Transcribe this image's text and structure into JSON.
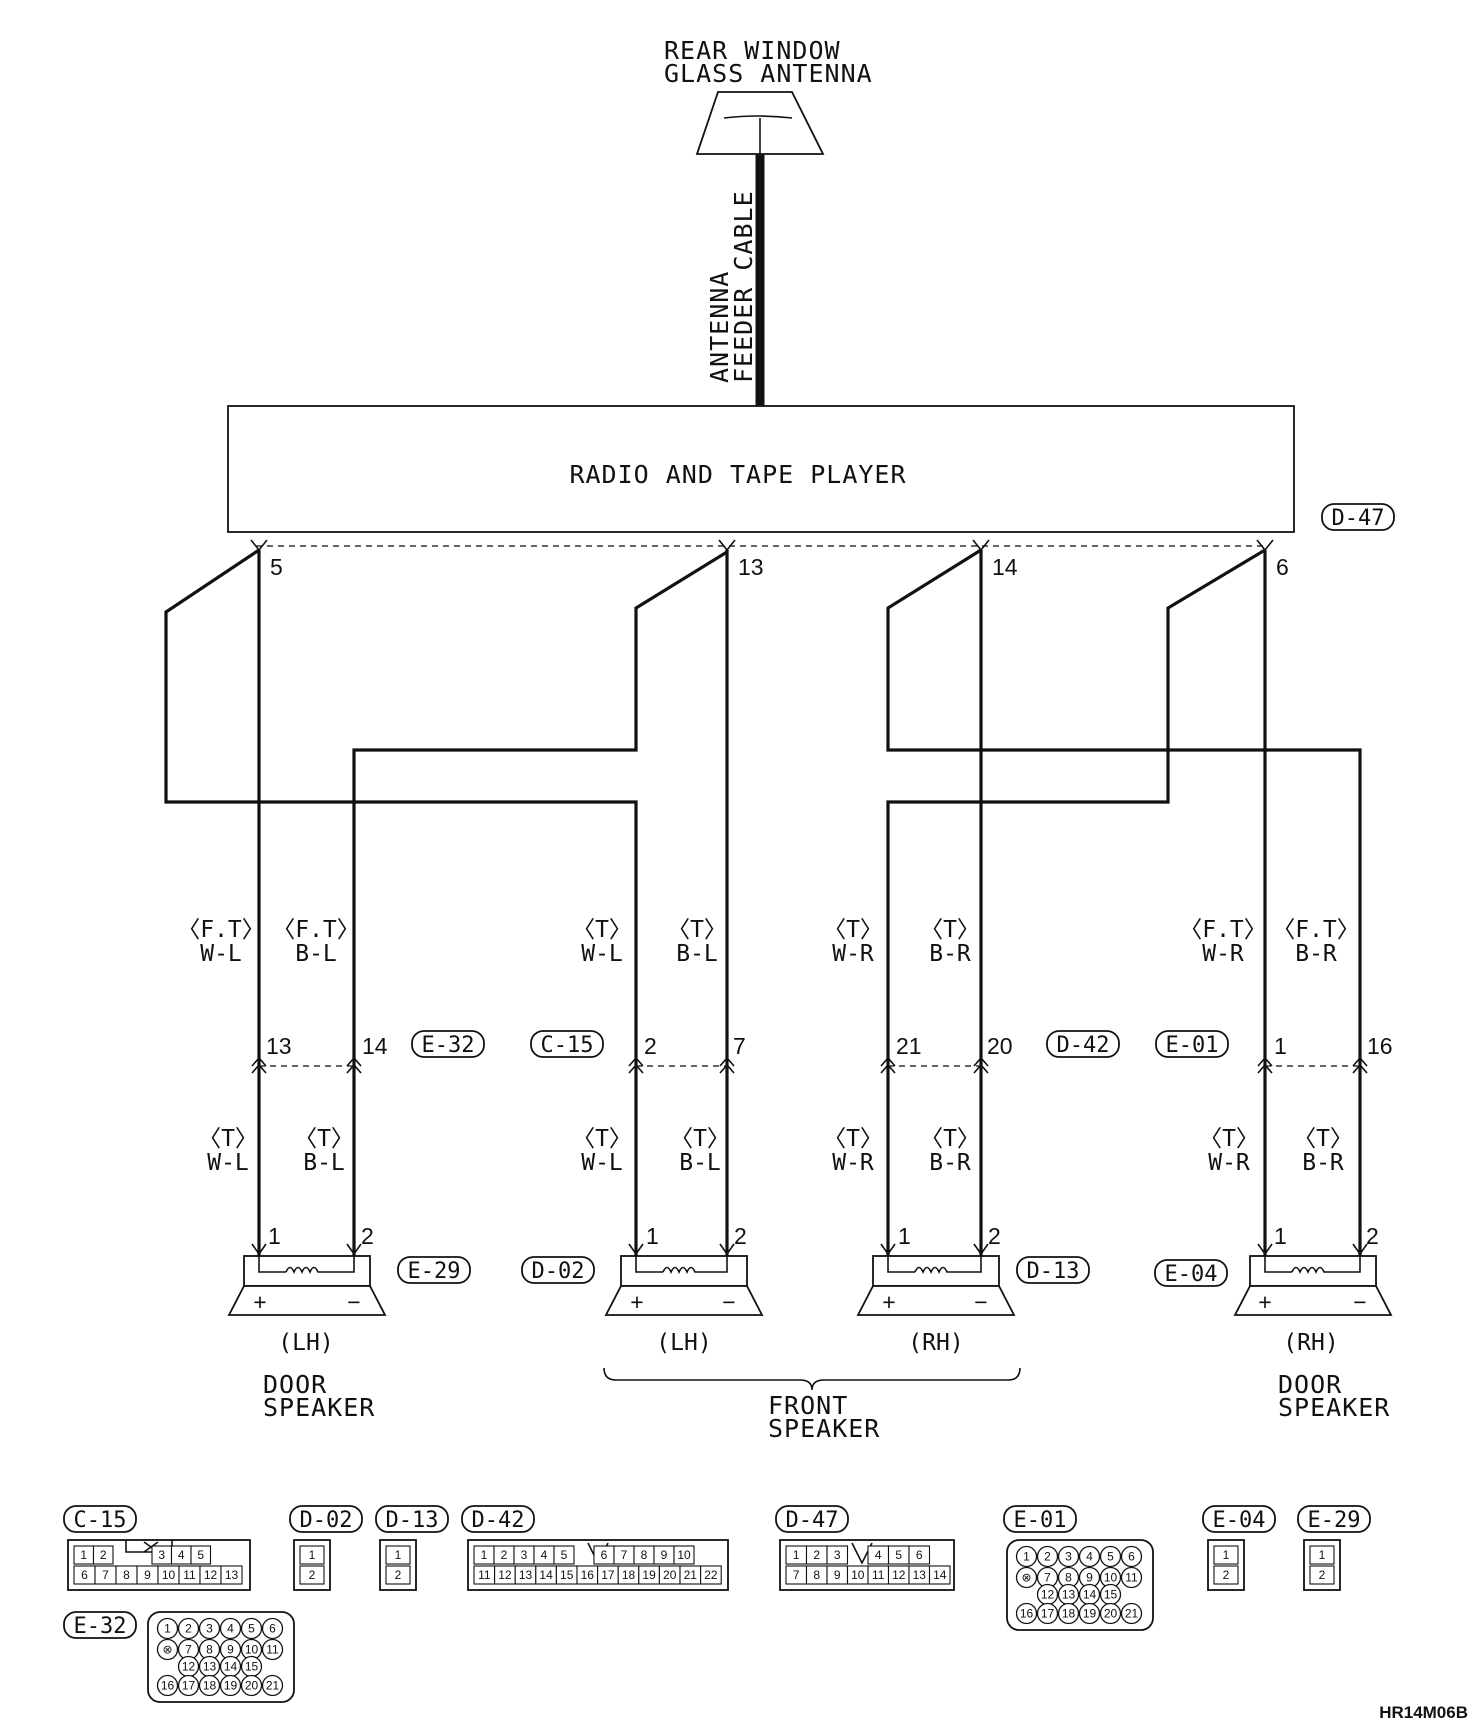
{
  "antenna": {
    "label_line1": "REAR WINDOW",
    "label_line2": "GLASS ANTENNA",
    "cable_line1": "ANTENNA",
    "cable_line2": "FEEDER CABLE"
  },
  "radio": {
    "label": "RADIO AND TAPE PLAYER",
    "connector": "D-47",
    "pins": [
      "5",
      "13",
      "14",
      "6"
    ]
  },
  "wire_labels": {
    "upper": [
      {
        "cond": "〈F.T〉",
        "color": "W-L"
      },
      {
        "cond": "〈F.T〉",
        "color": "B-L"
      },
      {
        "cond": "〈T〉",
        "color": "W-L"
      },
      {
        "cond": "〈T〉",
        "color": "B-L"
      },
      {
        "cond": "〈T〉",
        "color": "W-R"
      },
      {
        "cond": "〈T〉",
        "color": "B-R"
      },
      {
        "cond": "〈F.T〉",
        "color": "W-R"
      },
      {
        "cond": "〈F.T〉",
        "color": "B-R"
      }
    ],
    "lower": [
      {
        "cond": "〈T〉",
        "color": "W-L"
      },
      {
        "cond": "〈T〉",
        "color": "B-L"
      },
      {
        "cond": "〈T〉",
        "color": "W-L"
      },
      {
        "cond": "〈T〉",
        "color": "B-L"
      },
      {
        "cond": "〈T〉",
        "color": "W-R"
      },
      {
        "cond": "〈T〉",
        "color": "B-R"
      },
      {
        "cond": "〈T〉",
        "color": "W-R"
      },
      {
        "cond": "〈T〉",
        "color": "B-R"
      }
    ]
  },
  "intermediate_connectors": [
    {
      "name": "E-32",
      "pins": [
        "13",
        "14"
      ]
    },
    {
      "name": "C-15",
      "pins": [
        "2",
        "7"
      ]
    },
    {
      "name": "D-42",
      "pins": [
        "21",
        "20"
      ]
    },
    {
      "name": "E-01",
      "pins": [
        "1",
        "16"
      ]
    }
  ],
  "speakers": [
    {
      "connector": "E-29",
      "side": "(LH)",
      "pins": [
        "1",
        "2"
      ],
      "plus": "+",
      "minus": "−"
    },
    {
      "connector": "D-02",
      "side": "(LH)",
      "pins": [
        "1",
        "2"
      ],
      "plus": "+",
      "minus": "−"
    },
    {
      "connector": "D-13",
      "side": "(RH)",
      "pins": [
        "1",
        "2"
      ],
      "plus": "+",
      "minus": "−"
    },
    {
      "connector": "E-04",
      "side": "(RH)",
      "pins": [
        "1",
        "2"
      ],
      "plus": "+",
      "minus": "−"
    }
  ],
  "speaker_groups": {
    "door_left_line1": "DOOR",
    "door_left_line2": "SPEAKER",
    "front_line1": "FRONT",
    "front_line2": "SPEAKER",
    "door_right_line1": "DOOR",
    "door_right_line2": "SPEAKER"
  },
  "connector_legend": {
    "c15": {
      "name": "C-15",
      "row1": [
        "1",
        "2",
        "",
        "",
        "3",
        "4",
        "5"
      ],
      "row2": [
        "6",
        "7",
        "8",
        "9",
        "10",
        "11",
        "12",
        "13"
      ]
    },
    "d02": {
      "name": "D-02",
      "pins": [
        "1",
        "2"
      ]
    },
    "d13": {
      "name": "D-13",
      "pins": [
        "1",
        "2"
      ]
    },
    "d42": {
      "name": "D-42",
      "row1": [
        "1",
        "2",
        "3",
        "4",
        "5",
        "",
        "6",
        "7",
        "8",
        "9",
        "10"
      ],
      "row2": [
        "11",
        "12",
        "13",
        "14",
        "15",
        "16",
        "17",
        "18",
        "19",
        "20",
        "21",
        "22"
      ]
    },
    "d47": {
      "name": "D-47",
      "row1": [
        "1",
        "2",
        "3",
        "",
        "4",
        "5",
        "6"
      ],
      "row2": [
        "7",
        "8",
        "9",
        "10",
        "11",
        "12",
        "13",
        "14"
      ]
    },
    "e01": {
      "name": "E-01",
      "row1": [
        "1",
        "2",
        "3",
        "4",
        "5",
        "6"
      ],
      "row2": [
        "⊗",
        "7",
        "8",
        "9",
        "10",
        "11"
      ],
      "row3": [
        "12",
        "13",
        "14",
        "15"
      ],
      "row4": [
        "16",
        "17",
        "18",
        "19",
        "20",
        "21"
      ]
    },
    "e04": {
      "name": "E-04",
      "pins": [
        "1",
        "2"
      ]
    },
    "e29": {
      "name": "E-29",
      "pins": [
        "1",
        "2"
      ]
    },
    "e32": {
      "name": "E-32",
      "row1": [
        "1",
        "2",
        "3",
        "4",
        "5",
        "6"
      ],
      "row2": [
        "⊗",
        "7",
        "8",
        "9",
        "10",
        "11"
      ],
      "row3": [
        "12",
        "13",
        "14",
        "15"
      ],
      "row4": [
        "16",
        "17",
        "18",
        "19",
        "20",
        "21"
      ]
    }
  },
  "figure_code": "HR14M06B"
}
